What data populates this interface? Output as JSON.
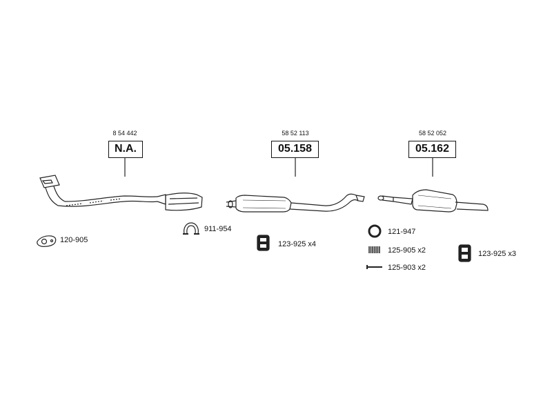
{
  "assemblies": [
    {
      "ref": "8 54 442",
      "code": "N.A."
    },
    {
      "ref": "58 52 113",
      "code": "05.158"
    },
    {
      "ref": "58 52 052",
      "code": "05.162"
    }
  ],
  "parts": [
    {
      "number": "120-905"
    },
    {
      "number": "911-954"
    },
    {
      "number": "123-925 x4"
    },
    {
      "number": "121-947"
    },
    {
      "number": "125-905 x2"
    },
    {
      "number": "125-903 x2"
    },
    {
      "number": "123-925 x3"
    }
  ]
}
